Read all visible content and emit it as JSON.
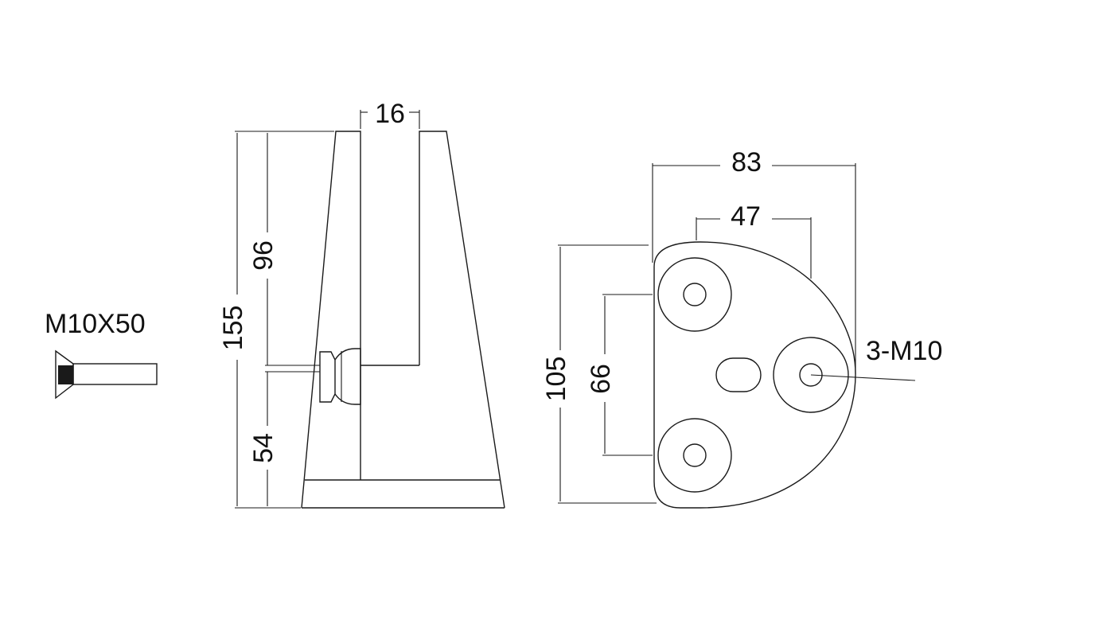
{
  "labels": {
    "screw": "M10X50",
    "thread": "3-M10"
  },
  "dimensions": {
    "top_gap": "16",
    "total_height": "155",
    "upper_height": "96",
    "lower_height": "54",
    "plate_width": "83",
    "hole_spacing_x": "47",
    "plate_height": "105",
    "hole_spacing_y": "66"
  },
  "colors": {
    "line": "#1a1a1a",
    "background": "#ffffff"
  }
}
